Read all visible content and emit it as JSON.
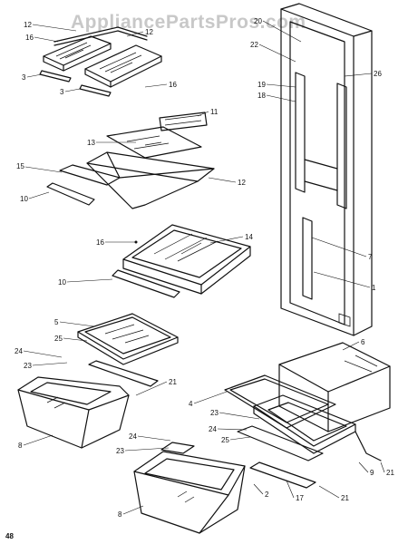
{
  "watermark": "AppliancePartsPros.com",
  "page_number": "48",
  "callouts": [
    {
      "id": "c12a",
      "text": "12"
    },
    {
      "id": "c16a",
      "text": "16"
    },
    {
      "id": "c12b",
      "text": "12"
    },
    {
      "id": "c3a",
      "text": "3"
    },
    {
      "id": "c3b",
      "text": "3"
    },
    {
      "id": "c16b",
      "text": "16"
    },
    {
      "id": "c11",
      "text": "11"
    },
    {
      "id": "c13",
      "text": "13"
    },
    {
      "id": "c15",
      "text": "15"
    },
    {
      "id": "c10a",
      "text": "10"
    },
    {
      "id": "c12c",
      "text": "12"
    },
    {
      "id": "c16c",
      "text": "16"
    },
    {
      "id": "c14",
      "text": "14"
    },
    {
      "id": "c10b",
      "text": "10"
    },
    {
      "id": "c5",
      "text": "5"
    },
    {
      "id": "c25a",
      "text": "25"
    },
    {
      "id": "c24a",
      "text": "24"
    },
    {
      "id": "c23a",
      "text": "23"
    },
    {
      "id": "c21a",
      "text": "21"
    },
    {
      "id": "c8a",
      "text": "8"
    },
    {
      "id": "c24b",
      "text": "24"
    },
    {
      "id": "c23b",
      "text": "23"
    },
    {
      "id": "c8b",
      "text": "8"
    },
    {
      "id": "c20",
      "text": "20"
    },
    {
      "id": "c22",
      "text": "22"
    },
    {
      "id": "c26",
      "text": "26"
    },
    {
      "id": "c19",
      "text": "19"
    },
    {
      "id": "c18",
      "text": "18"
    },
    {
      "id": "c7",
      "text": "7"
    },
    {
      "id": "c1",
      "text": "1"
    },
    {
      "id": "c6",
      "text": "6"
    },
    {
      "id": "c4",
      "text": "4"
    },
    {
      "id": "c23c",
      "text": "23"
    },
    {
      "id": "c24c",
      "text": "24"
    },
    {
      "id": "c25b",
      "text": "25"
    },
    {
      "id": "c9",
      "text": "9"
    },
    {
      "id": "c21b",
      "text": "21"
    },
    {
      "id": "c2",
      "text": "2"
    },
    {
      "id": "c17",
      "text": "17"
    },
    {
      "id": "c21c",
      "text": "21"
    }
  ]
}
